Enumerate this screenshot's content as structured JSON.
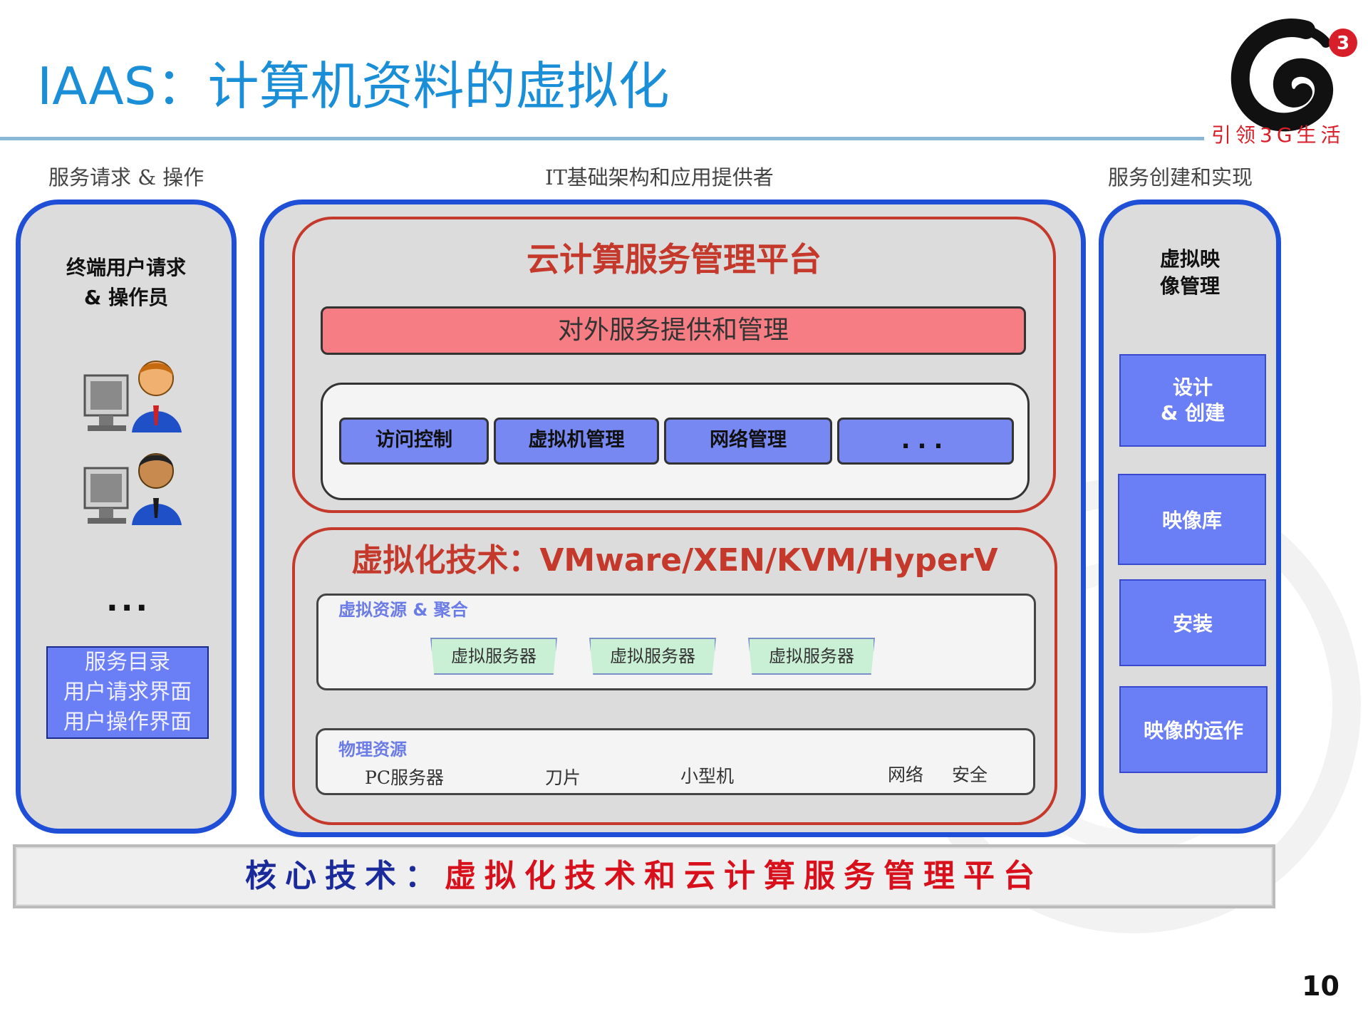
{
  "slide": {
    "title": "IAAS：计算机资料的虚拟化",
    "slogan": "引领3G生活",
    "page_number": "10"
  },
  "columns": {
    "left_header": "服务请求 & 操作",
    "middle_header": "IT基础架构和应用提供者",
    "right_header": "服务创建和实现"
  },
  "left_panel": {
    "title_line1": "终端用户请求",
    "title_line2": "& 操作员",
    "ellipsis": "...",
    "catalog": [
      "服务目录",
      "用户请求界面",
      "用户操作界面"
    ]
  },
  "cloud_platform": {
    "title": "云计算服务管理平台",
    "bar": "对外服务提供和管理",
    "modules": [
      "访问控制",
      "虚拟机管理",
      "网络管理",
      "..."
    ]
  },
  "virtualization": {
    "title": "虚拟化技术：VMware/XEN/KVM/HyperV",
    "virtual_label": "虚拟资源 & 聚合",
    "virtual_servers": [
      "虚拟服务器",
      "虚拟服务器",
      "虚拟服务器"
    ],
    "physical_label": "物理资源",
    "physical_items": [
      "PC服务器",
      "刀片",
      "小型机",
      "网络",
      "安全"
    ]
  },
  "right_panel": {
    "title_line1": "虚拟映",
    "title_line2": "像管理",
    "buttons": [
      {
        "line1": "设计",
        "line2": "& 创建"
      },
      {
        "line1": "映像库",
        "line2": ""
      },
      {
        "line1": "安装",
        "line2": ""
      },
      {
        "line1": "映像的运作",
        "line2": ""
      }
    ]
  },
  "banner": {
    "prefix": "核心技术：",
    "text": "虚拟化技术和云计算服务管理平台",
    "prefix_color": "#1a2a9a",
    "text_color": "#d8101c"
  },
  "colors": {
    "title_blue": "#1a8fd8",
    "panel_border": "#1f4fd6",
    "red_frame": "#c4392b",
    "module_blue": "#7788f2"
  },
  "icons": [
    "g3-logo-icon",
    "user-computer-icon"
  ]
}
